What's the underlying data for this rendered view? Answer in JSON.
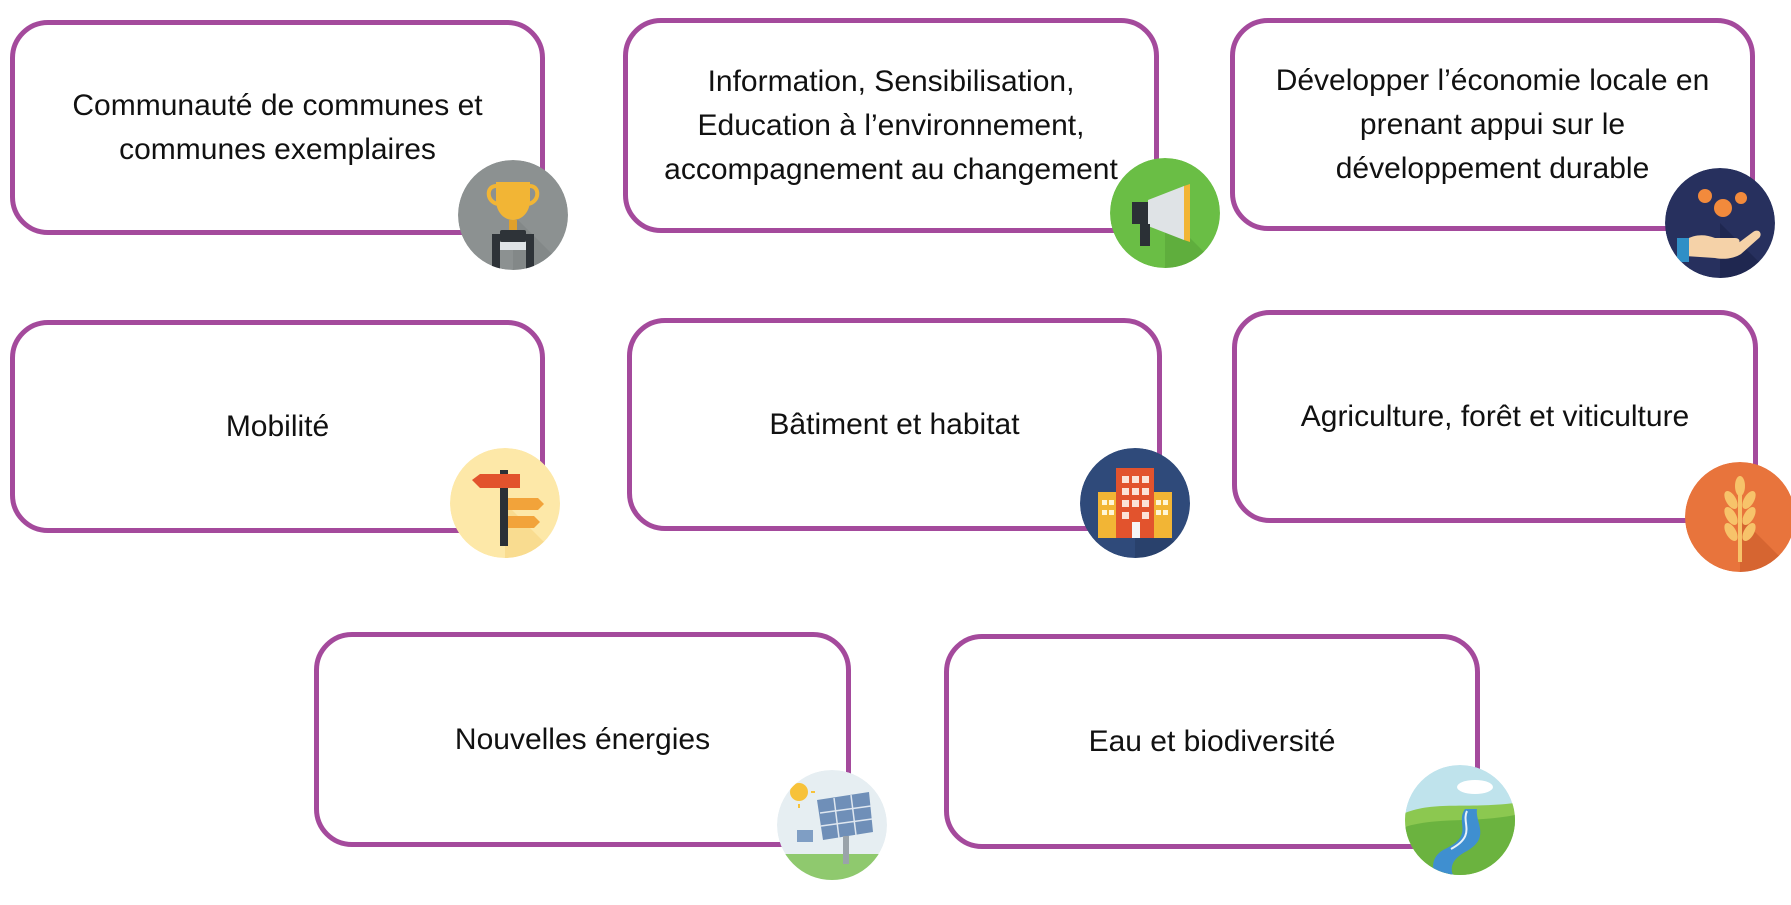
{
  "cards": [
    {
      "label": "Communauté de communes et\ncommunes exemplaires",
      "icon": "trophy-icon",
      "icon_bg": "#8c9191"
    },
    {
      "label": "Information, Sensibilisation,\nEducation à l’environnement,\naccompagnement au changement",
      "icon": "megaphone-icon",
      "icon_bg": "#6abe45"
    },
    {
      "label": "Développer l’économie locale en\nprenant appui sur le\ndéveloppement durable",
      "icon": "hand-coins-icon",
      "icon_bg": "#27305e"
    },
    {
      "label": "Mobilité",
      "icon": "signpost-icon",
      "icon_bg": "#fde8a8"
    },
    {
      "label": "Bâtiment et habitat",
      "icon": "building-icon",
      "icon_bg": "#2f4a7a"
    },
    {
      "label": "Agriculture, forêt et viticulture",
      "icon": "wheat-icon",
      "icon_bg": "#e8743c"
    },
    {
      "label": "Nouvelles énergies",
      "icon": "solar-panel-icon",
      "icon_bg": "#e6eef2"
    },
    {
      "label": "Eau et biodiversité",
      "icon": "river-landscape-icon",
      "icon_bg": "#bfe3ec"
    }
  ],
  "colors": {
    "card_border": "#a44a9c",
    "text": "#111111"
  }
}
